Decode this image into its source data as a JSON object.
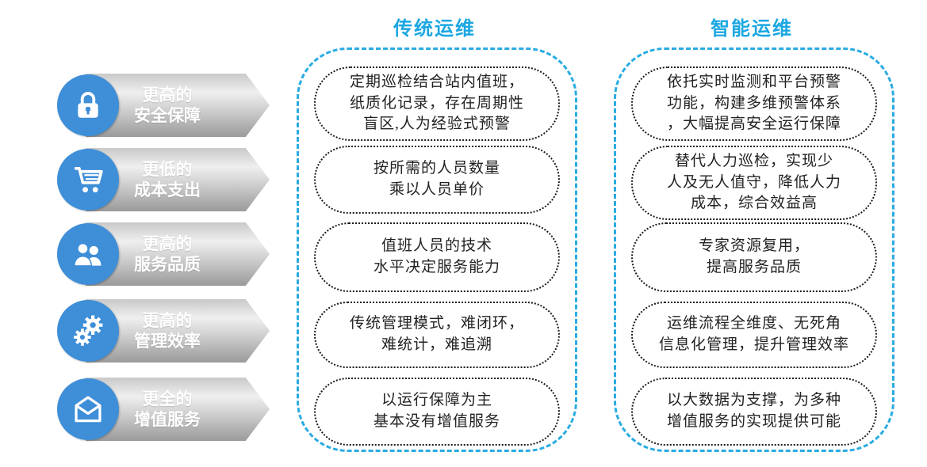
{
  "headers": {
    "traditional": "传统运维",
    "smart": "智能运维"
  },
  "categories": [
    {
      "label": "更高的\n安全保障",
      "icon": "lock-icon"
    },
    {
      "label": "更低的\n成本支出",
      "icon": "cart-icon"
    },
    {
      "label": "更高的\n服务品质",
      "icon": "users-icon"
    },
    {
      "label": "更高的\n管理效率",
      "icon": "gears-icon"
    },
    {
      "label": "更全的\n增值服务",
      "icon": "envelope-icon"
    }
  ],
  "traditional_boxes": [
    "定期巡检结合站内值班，\n纸质化记录，存在周期性\n盲区,人为经验式预警",
    "按所需的人员数量\n乘以人员单价",
    "值班人员的技术\n水平决定服务能力",
    "传统管理模式，难闭环，\n难统计，难追溯",
    "以运行保障为主\n基本没有增值服务"
  ],
  "smart_boxes": [
    "依托实时监测和平台预警\n功能，构建多维预警体系\n，大幅提高安全运行保障",
    "替代人力巡检，实现少\n人及无人值守，降低人力\n成本，综合效益高",
    "专家资源复用，\n提高服务品质",
    "运维流程全维度、无死角\n信息化管理，提升管理效率",
    "以大数据为支撑，为多种\n增值服务的实现提供可能"
  ],
  "colors": {
    "icon_circle_blue": "#3e8ed8",
    "header_blue": "#1ca7e2",
    "frame_dashed_cyan": "#29abe2",
    "box_dotted_border": "#1a1a1a",
    "arrow_gray_light": "#efefef",
    "arrow_gray_dark": "#9a9a9a"
  }
}
